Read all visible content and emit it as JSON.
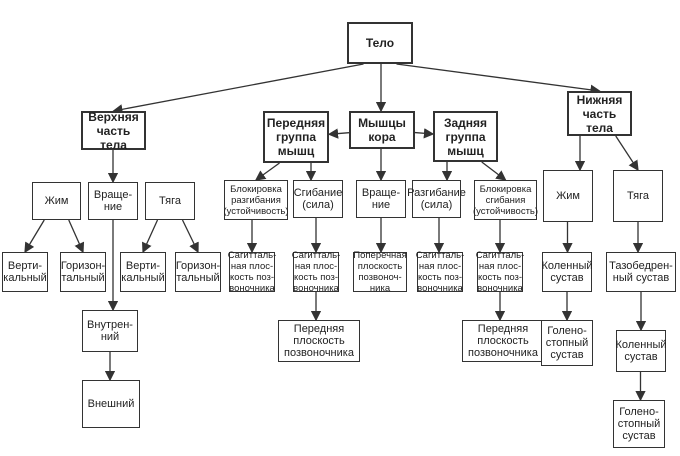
{
  "nodes": [
    {
      "id": "body",
      "label": "Тело",
      "bold": true
    },
    {
      "id": "upper",
      "label": "Верхняя\nчасть тела",
      "bold": true
    },
    {
      "id": "front",
      "label": "Передняя\nгруппа\nмышц",
      "bold": true
    },
    {
      "id": "core",
      "label": "Мышцы\nкора",
      "bold": true
    },
    {
      "id": "back",
      "label": "Задняя\nгруппа\nмышц",
      "bold": true
    },
    {
      "id": "lower",
      "label": "Нижняя\nчасть тела",
      "bold": true
    },
    {
      "id": "u_press",
      "label": "Жим"
    },
    {
      "id": "u_rot",
      "label": "Враще-\nние"
    },
    {
      "id": "u_pull",
      "label": "Тяга"
    },
    {
      "id": "f_block",
      "label": "Блокировка\nразгибания\n(устойчивость)",
      "small": true
    },
    {
      "id": "f_flex",
      "label": "Сгибание\n(сила)"
    },
    {
      "id": "c_rot",
      "label": "Враще-\nние"
    },
    {
      "id": "b_ext",
      "label": "Разгибание\n(сила)"
    },
    {
      "id": "b_block",
      "label": "Блокировка\nсгибания\n(устойчивость)",
      "small": true
    },
    {
      "id": "l_press",
      "label": "Жим"
    },
    {
      "id": "l_pull",
      "label": "Тяга"
    },
    {
      "id": "up_vert",
      "label": "Верти-\nкальный"
    },
    {
      "id": "up_hor",
      "label": "Горизон-\nтальный"
    },
    {
      "id": "upl_vert",
      "label": "Верти-\nкальный"
    },
    {
      "id": "upl_hor",
      "label": "Горизон-\nтальный"
    },
    {
      "id": "f_sag1",
      "label": "Сагитталь-\nная плос-\nкость поз-\nвоночника",
      "small": true
    },
    {
      "id": "f_sag2",
      "label": "Сагитталь-\nная плос-\nкость поз-\nвоночника",
      "small": true
    },
    {
      "id": "c_trans",
      "label": "Поперечная\nплоскость\nпозвоноч-\nника",
      "small": true
    },
    {
      "id": "b_sag1",
      "label": "Сагитталь-\nная плос-\nкость поз-\nвоночника",
      "small": true
    },
    {
      "id": "b_sag2",
      "label": "Сагитталь-\nная плос-\nкость поз-\nвоночника",
      "small": true
    },
    {
      "id": "l_knee",
      "label": "Коленный\nсустав"
    },
    {
      "id": "l_hip",
      "label": "Тазобедрен-\nный сустав"
    },
    {
      "id": "u_inner",
      "label": "Внутрен-\nний"
    },
    {
      "id": "f_frontal",
      "label": "Передняя\nплоскость\nпозвоночника"
    },
    {
      "id": "b_frontal",
      "label": "Передняя\nплоскость\nпозвоночника"
    },
    {
      "id": "l_ankle1",
      "label": "Голено-\nстопный\nсустав"
    },
    {
      "id": "l_knee2",
      "label": "Коленный\nсустав"
    },
    {
      "id": "u_outer",
      "label": "Внешний"
    },
    {
      "id": "l_ankle2",
      "label": "Голено-\nстопный\nсустав"
    }
  ],
  "edges": [
    [
      "body",
      "upper"
    ],
    [
      "body",
      "core"
    ],
    [
      "body",
      "lower"
    ],
    [
      "core",
      "front"
    ],
    [
      "core",
      "back"
    ],
    [
      "core",
      "c_rot"
    ],
    [
      "upper",
      "u_rot"
    ],
    [
      "front",
      "f_block"
    ],
    [
      "front",
      "f_flex"
    ],
    [
      "back",
      "b_ext"
    ],
    [
      "back",
      "b_block"
    ],
    [
      "lower",
      "l_press"
    ],
    [
      "lower",
      "l_pull"
    ],
    [
      "u_press",
      "up_vert"
    ],
    [
      "u_press",
      "up_hor"
    ],
    [
      "u_pull",
      "upl_vert"
    ],
    [
      "u_pull",
      "upl_hor"
    ],
    [
      "u_rot",
      "u_inner"
    ],
    [
      "u_inner",
      "u_outer"
    ],
    [
      "f_block",
      "f_sag1"
    ],
    [
      "f_flex",
      "f_sag2"
    ],
    [
      "f_sag2",
      "f_frontal"
    ],
    [
      "c_rot",
      "c_trans"
    ],
    [
      "b_ext",
      "b_sag1"
    ],
    [
      "b_block",
      "b_sag2"
    ],
    [
      "b_sag2",
      "b_frontal"
    ],
    [
      "l_press",
      "l_knee"
    ],
    [
      "l_knee",
      "l_ankle1"
    ],
    [
      "l_pull",
      "l_hip"
    ],
    [
      "l_hip",
      "l_knee2"
    ],
    [
      "l_knee2",
      "l_ankle2"
    ]
  ]
}
